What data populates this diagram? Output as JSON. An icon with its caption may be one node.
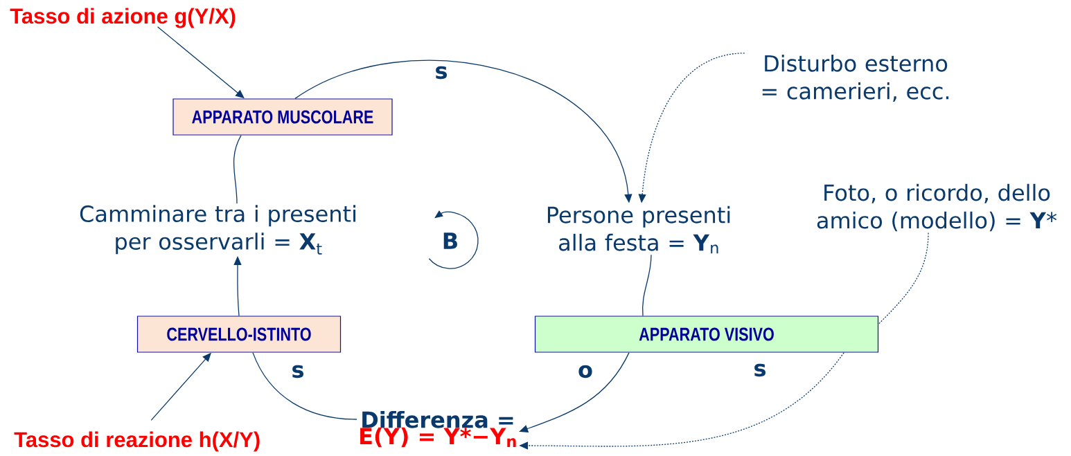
{
  "diagram": {
    "nodes": [
      {
        "text": [
          "Tasso di azione g(Y/X)"
        ]
      },
      {
        "text": [
          "APPARATO MUSCOLARE"
        ]
      },
      {
        "text": [
          "Camminare tra i presenti per osservarli = **X**$_{t}$"
        ]
      },
      {
        "text": [
          "Persone presenti alla festa = **Y**$_{n}$"
        ]
      },
      {
        "text": [
          "Disturbo esterno = camerieri, ecc."
        ]
      },
      {
        "text": [
          "Foto, o ricordo, dello amico (modello) = **Y***"
        ]
      },
      {
        "text": [
          "APPARATO VISIVO"
        ]
      },
      {
        "text": [
          "CERVELLO-ISTINTO"
        ]
      },
      {
        "text": [
          "Differenza =",
          "E(Y) = Y*−Y$_{n}$"
        ]
      },
      {
        "text": [
          "Tasso di reazione h(X/Y)"
        ]
      }
    ],
    "edges": [
      {
        "from": 0,
        "to": 1,
        "arrow": "to"
      },
      {
        "from": 2,
        "to": 1,
        "arrow": "none"
      },
      {
        "from": 1,
        "to": 3,
        "arrow": "to",
        "label": "s"
      },
      {
        "from": 4,
        "to": 3,
        "arrow": "to",
        "style": "dashed"
      },
      {
        "from": 3,
        "to": 6,
        "arrow": "none"
      },
      {
        "from": 6,
        "to": 8,
        "arrow": "to",
        "label": "o"
      },
      {
        "from": 5,
        "to": 6,
        "arrow": "none",
        "style": "dashed"
      },
      {
        "from": 6,
        "to": 8,
        "arrow": "to",
        "label": "s",
        "style": "dashed"
      },
      {
        "from": 8,
        "to": 7,
        "arrow": "none",
        "label": "s"
      },
      {
        "from": 7,
        "to": 2,
        "arrow": "to"
      },
      {
        "from": 9,
        "to": 7,
        "arrow": "to"
      }
    ],
    "labels": [
      "B"
    ]
  }
}
